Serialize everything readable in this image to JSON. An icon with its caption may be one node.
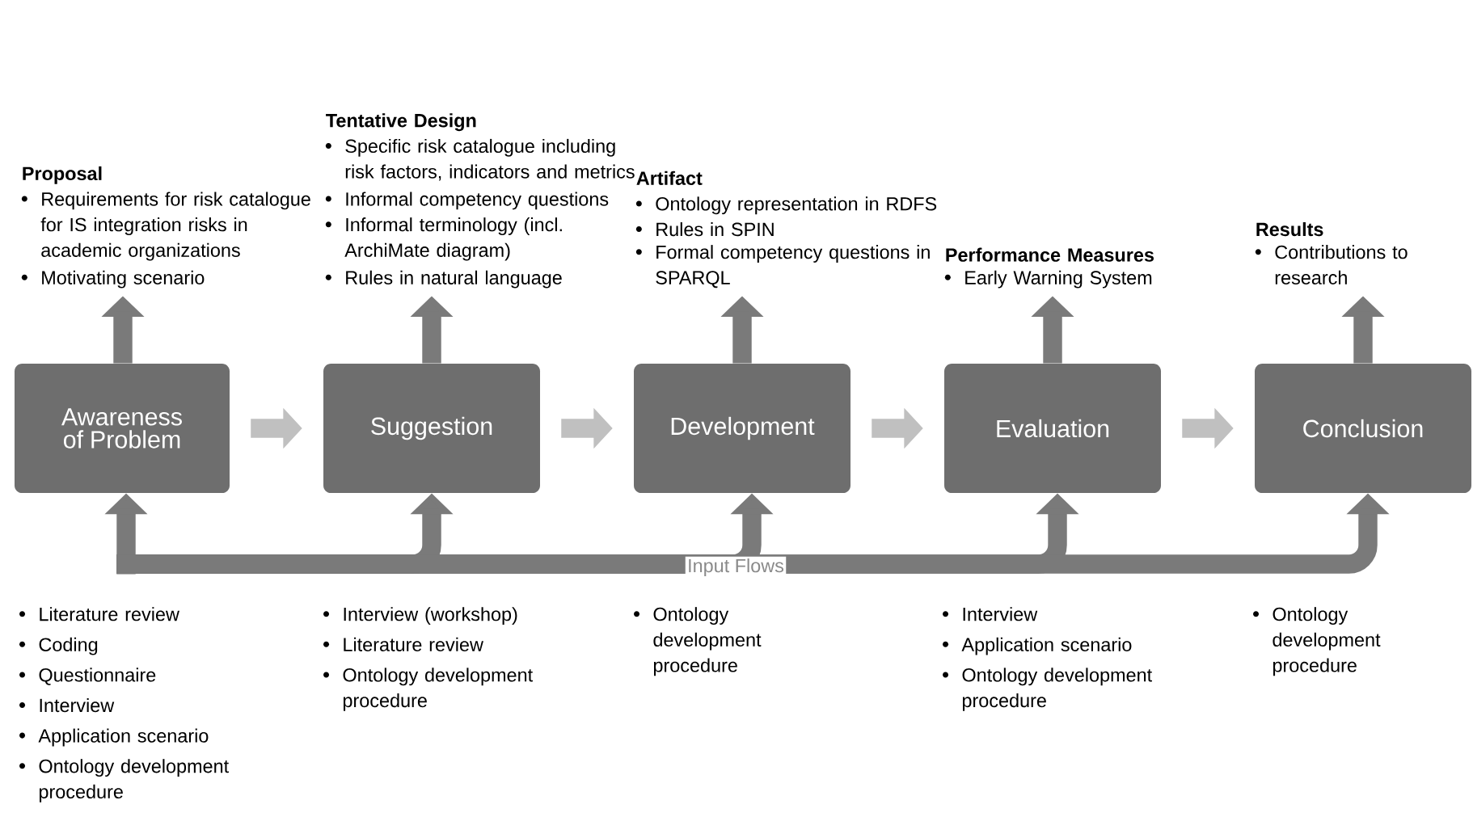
{
  "diagram": {
    "nodes": [
      {
        "text": [
          "Awareness of Problem"
        ]
      },
      {
        "text": [
          "Suggestion"
        ]
      },
      {
        "text": [
          "Development"
        ]
      },
      {
        "text": [
          "Evaluation"
        ]
      },
      {
        "text": [
          "Conclusion"
        ]
      },
      {
        "text": [
          "Proposal",
          "Requirements for risk catalogue for IS integration risks in academic organizations",
          "Motivating scenario"
        ]
      },
      {
        "text": [
          "Tentative Design",
          "Specific risk catalogue including risk factors, indicators and metrics",
          "Informal competency questions",
          "Informal terminology (incl. ArchiMate diagram)",
          "Rules in natural language"
        ]
      },
      {
        "text": [
          "Artifact",
          "Ontology representation in RDFS",
          "Rules in SPIN",
          "Formal competency questions in SPARQL"
        ]
      },
      {
        "text": [
          "Performance Measures",
          "Early Warning System"
        ]
      },
      {
        "text": [
          "Results",
          "Contributions to research"
        ]
      }
    ],
    "edges": [
      {
        "from": 0,
        "to": 1,
        "arrow": "to",
        "color": "#c0c0c0"
      },
      {
        "from": 1,
        "to": 2,
        "arrow": "to",
        "color": "#c0c0c0"
      },
      {
        "from": 2,
        "to": 3,
        "arrow": "to",
        "color": "#c0c0c0"
      },
      {
        "from": 3,
        "to": 4,
        "arrow": "to",
        "color": "#c0c0c0"
      },
      {
        "from": 0,
        "to": 5,
        "arrow": "to"
      },
      {
        "from": 1,
        "to": 6,
        "arrow": "to"
      },
      {
        "from": 2,
        "to": 7,
        "arrow": "to"
      },
      {
        "from": 3,
        "to": 8,
        "arrow": "to"
      },
      {
        "from": 4,
        "to": 9,
        "arrow": "to"
      },
      {
        "from": null,
        "to": 0,
        "arrow": "to"
      },
      {
        "from": null,
        "to": 1,
        "arrow": "to"
      },
      {
        "from": null,
        "to": 2,
        "arrow": "to"
      },
      {
        "from": null,
        "to": 3,
        "arrow": "to"
      },
      {
        "from": null,
        "to": 4,
        "arrow": "to"
      }
    ],
    "labels": [
      "Input Flows",
      "Literature review",
      "Coding",
      "Questionnaire",
      "Interview",
      "Application scenario",
      "Ontology development procedure",
      "Interview (workshop)",
      "Literature review",
      "Ontology development procedure",
      "Ontology development procedure",
      "Interview",
      "Application scenario",
      "Ontology development procedure",
      "Ontology development procedure"
    ]
  }
}
